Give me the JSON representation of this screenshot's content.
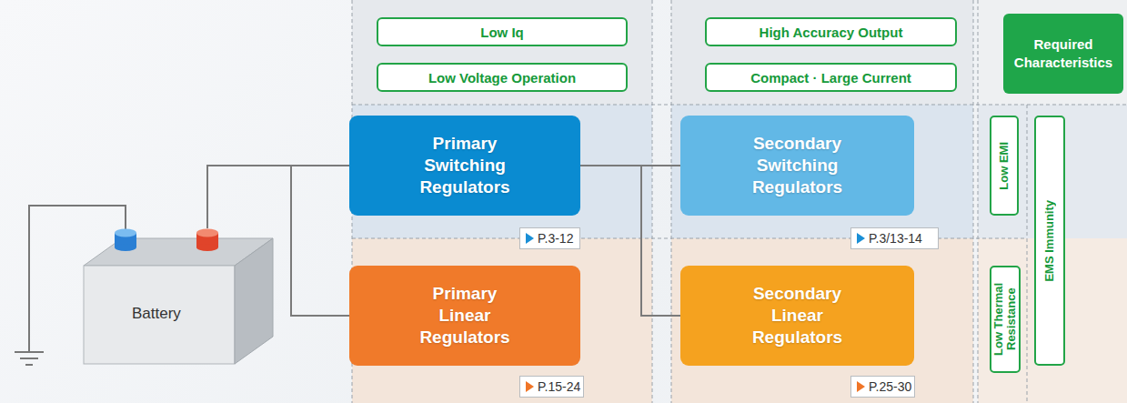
{
  "diagram": {
    "nodes": [
      {
        "text": [
          "Low Iq"
        ]
      },
      {
        "text": [
          "Low Voltage Operation"
        ]
      },
      {
        "text": [
          "High Accuracy Output"
        ]
      },
      {
        "text": [
          "Compact · Large Current"
        ]
      },
      {
        "text": [
          "Required Characteristics"
        ]
      },
      {
        "text": [
          "Primary Switching Regulators"
        ]
      },
      {
        "text": [
          "P.3-12"
        ]
      },
      {
        "text": [
          "Secondary Switching Regulators"
        ]
      },
      {
        "text": [
          "P.3/13-14"
        ]
      },
      {
        "text": [
          "Low EMI"
        ]
      },
      {
        "text": [
          "EMS Immunity"
        ]
      },
      {
        "text": [
          "Battery"
        ]
      },
      {
        "text": [
          "Primary Linear Regulators"
        ]
      },
      {
        "text": [
          "P.15-24"
        ]
      },
      {
        "text": [
          "Secondary Linear Regulators"
        ]
      },
      {
        "text": [
          "P.25-30"
        ]
      },
      {
        "text": [
          "Low Thermal Resistance"
        ]
      }
    ],
    "edges": [
      {
        "from": 11,
        "to": 5,
        "arrow": "none"
      },
      {
        "from": 11,
        "to": 12,
        "arrow": "none"
      },
      {
        "from": 5,
        "to": 7,
        "arrow": "none"
      },
      {
        "from": 5,
        "to": 14,
        "arrow": "none"
      }
    ]
  }
}
